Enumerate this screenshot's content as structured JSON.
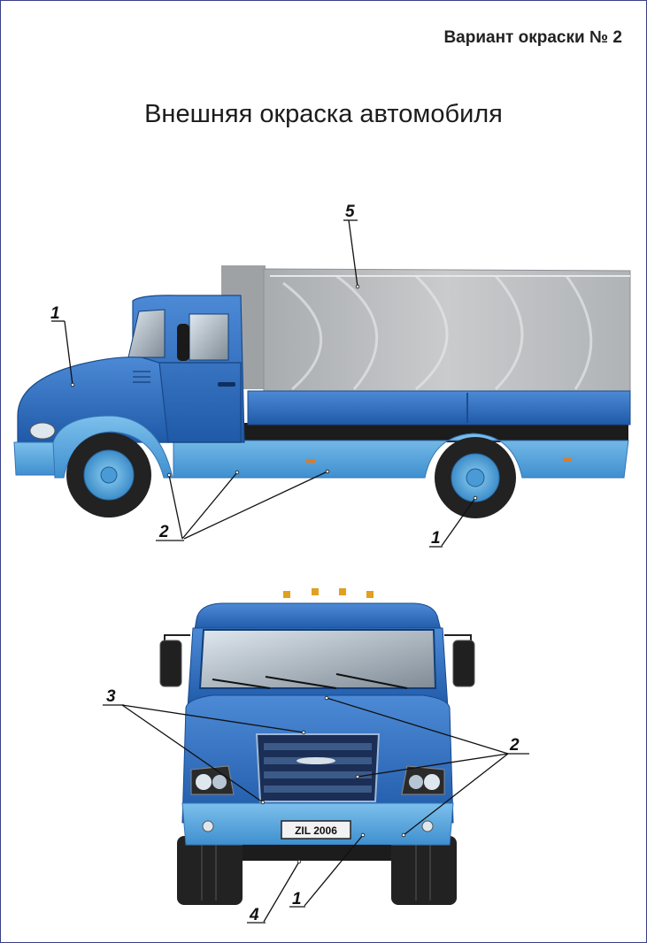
{
  "header": {
    "variant": "Вариант окраски № 2",
    "title": "Внешняя окраска автомобиля"
  },
  "colors": {
    "cab_blue": "#2d6fc3",
    "light_blue": "#5aa7df",
    "awning_gray": "#b9bcbf",
    "tire_black": "#222222"
  },
  "side_view": {
    "callouts": [
      "1",
      "5",
      "2",
      "1"
    ]
  },
  "front_view": {
    "plate": "ZIL 2006",
    "callouts": [
      "3",
      "2",
      "4",
      "1"
    ]
  }
}
